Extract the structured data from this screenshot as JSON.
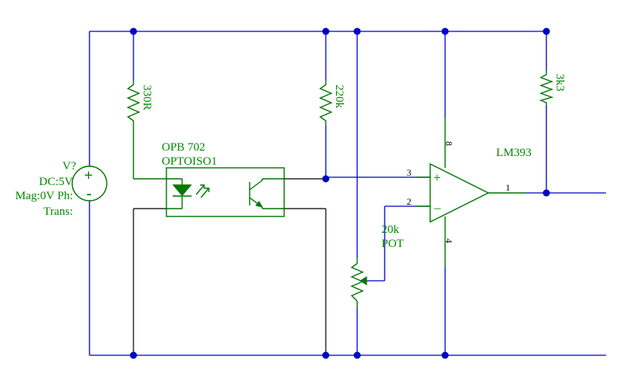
{
  "source": {
    "name": "V?",
    "dc": "DC:5V",
    "mag": "Mag:0V Ph:",
    "trans": "Trans:",
    "plus": "+",
    "minus": "-"
  },
  "resistors": {
    "r1": "330R",
    "r2": "220k",
    "r3": "3k3"
  },
  "opto": {
    "part": "OPB 702",
    "name": "OPTOISO1"
  },
  "comparator": {
    "part": "LM393",
    "pin3": "3",
    "pin2": "2",
    "pin1": "1",
    "pin8": "8",
    "pin4": "4",
    "plus": "+",
    "minus": "–"
  },
  "pot": {
    "value": "20k",
    "name": "POT"
  },
  "colors": {
    "wire": "#0000cc",
    "component": "#007700",
    "label": "#008800",
    "pin_text": "#000000"
  }
}
